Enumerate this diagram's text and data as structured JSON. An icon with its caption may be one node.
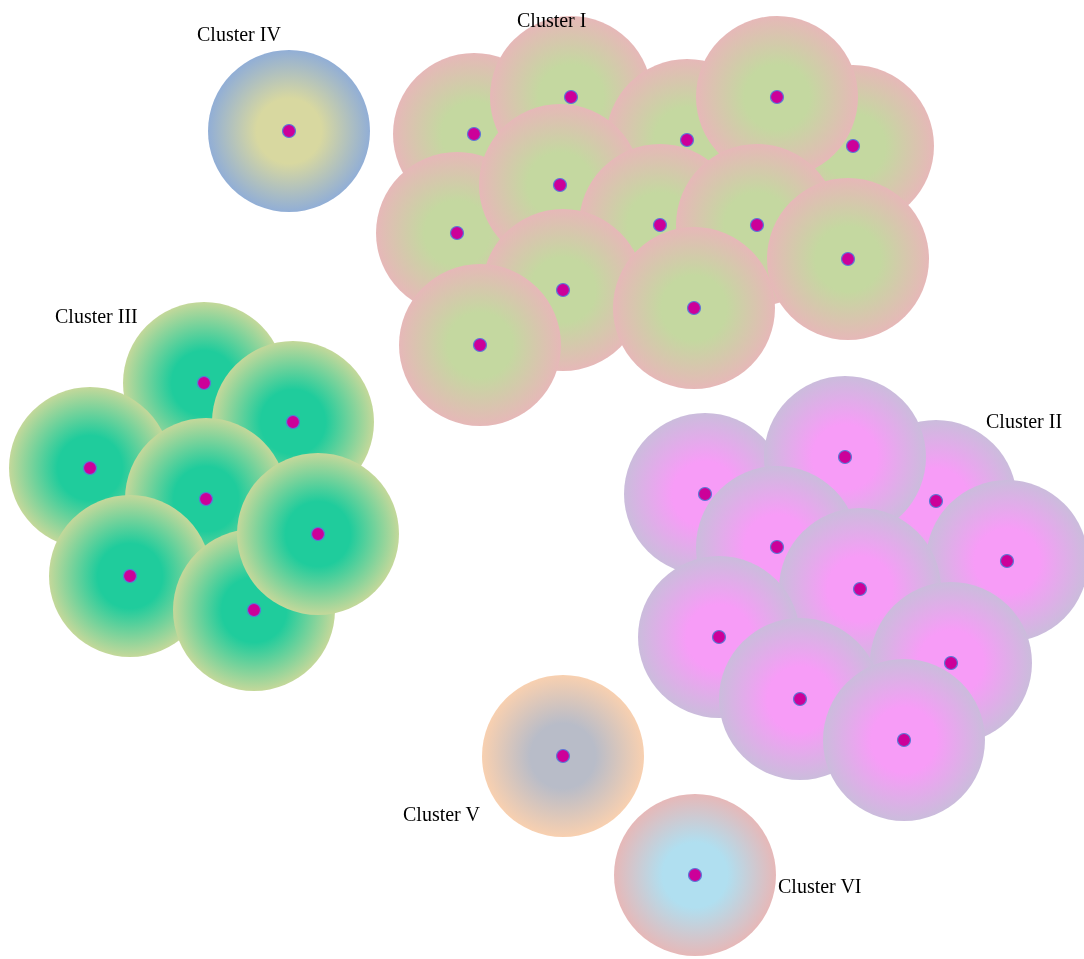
{
  "diagram": {
    "labels": [
      "Cluster I",
      "Cluster IV",
      "Cluster III",
      "Cluster II",
      "Cluster V",
      "Cluster VI"
    ]
  }
}
